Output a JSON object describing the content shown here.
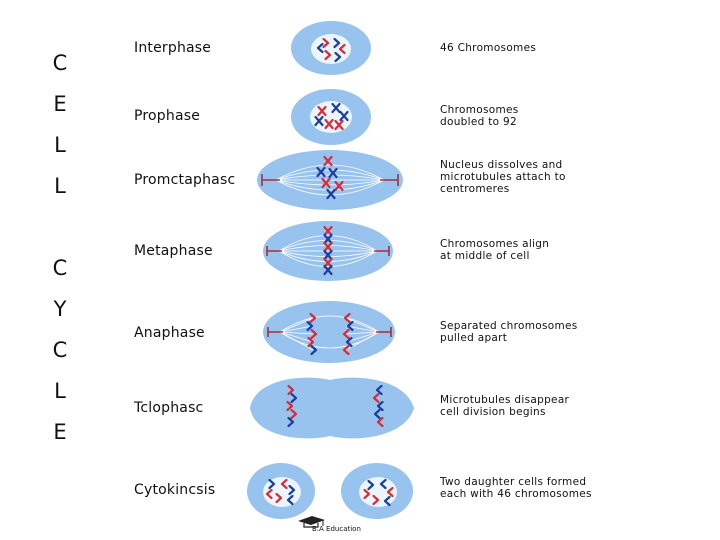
{
  "side_title": [
    "C",
    "E",
    "L",
    "L",
    "C",
    "Y",
    "C",
    "L",
    "E"
  ],
  "phases": [
    {
      "name": "Interphase",
      "description": [
        "46 Chromosomes"
      ]
    },
    {
      "name": "Prophase",
      "description": [
        "Chromosomes",
        "doubled to 92"
      ]
    },
    {
      "name": "Promctaphasc",
      "description": [
        "Nucleus dissolves and",
        "microtubules attach to",
        "centromeres"
      ]
    },
    {
      "name": "Metaphase",
      "description": [
        "Chromosomes align",
        "at middle of cell"
      ]
    },
    {
      "name": "Anaphase",
      "description": [
        "Separated chromosomes",
        "pulled apart"
      ]
    },
    {
      "name": "Tclophasc",
      "description": [
        "Microtubules disappear",
        "cell division begins"
      ]
    },
    {
      "name": "Cytokincsis",
      "description": [
        "Two daughter cells formed",
        "each with 46 chromosomes"
      ]
    }
  ],
  "credit": "B.A Education",
  "colors": {
    "cell_outer": "#97c3ee",
    "nucleus": "#eaf5fc",
    "chromosome_red": "#dd2a34",
    "chromosome_blue": "#1c3f9e",
    "spindle": "#ffffff",
    "pole": "#a0323a"
  },
  "icons": [
    "graduation-cap-icon"
  ]
}
